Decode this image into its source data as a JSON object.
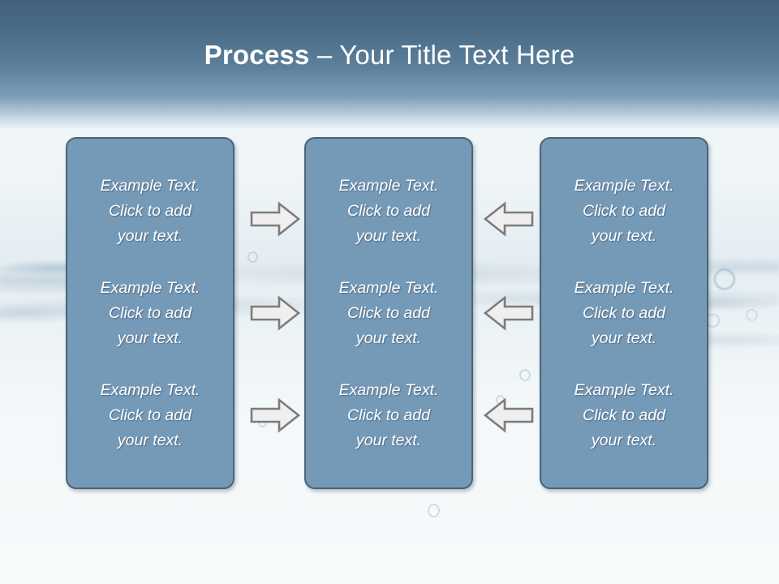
{
  "slide": {
    "title_bold": "Process",
    "title_rest": " – Your Title Text Here",
    "colors": {
      "header_top": "#42617c",
      "header_mid": "#5c809c",
      "box_fill": "#759ab8",
      "box_border": "#4a6478",
      "text_white": "#ffffff",
      "arrow_fill": "#efefef",
      "arrow_stroke": "#7c7c7c",
      "background": "#f4f8fa"
    }
  },
  "columns": [
    {
      "name": "column-left",
      "items": [
        {
          "text": "Example Text.\nClick  to add\nyour text."
        },
        {
          "text": "Example Text.\nClick  to add\nyour text."
        },
        {
          "text": "Example Text.\nClick  to add\nyour text."
        }
      ]
    },
    {
      "name": "column-middle",
      "items": [
        {
          "text": "Example Text.\nClick  to add\nyour text."
        },
        {
          "text": "Example Text.\nClick  to add\nyour text."
        },
        {
          "text": "Example Text.\nClick  to add\nyour text."
        }
      ]
    },
    {
      "name": "column-right",
      "items": [
        {
          "text": "Example Text.\nClick  to add\nyour text."
        },
        {
          "text": "Example Text.\nClick  to add\nyour text."
        },
        {
          "text": "Example Text.\nClick  to add\nyour text."
        }
      ]
    }
  ],
  "connectors": {
    "left_to_middle": [
      {
        "icon": "arrow-right-icon"
      },
      {
        "icon": "arrow-right-icon"
      },
      {
        "icon": "arrow-right-icon"
      }
    ],
    "right_to_middle": [
      {
        "icon": "arrow-left-icon"
      },
      {
        "icon": "arrow-left-icon"
      },
      {
        "icon": "arrow-left-icon"
      }
    ]
  }
}
